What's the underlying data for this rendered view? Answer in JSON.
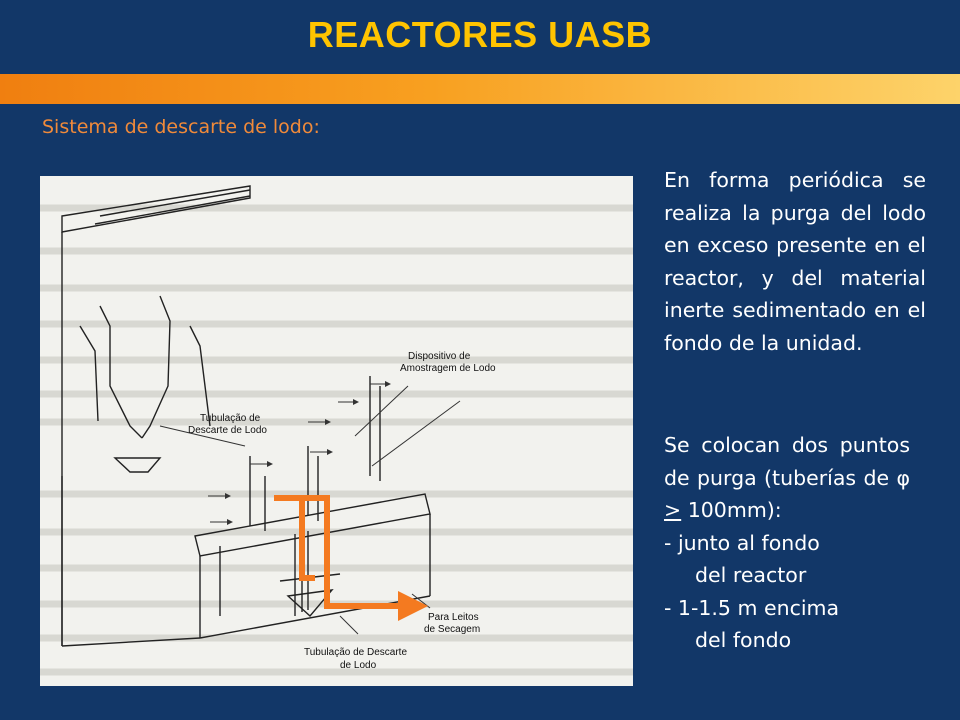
{
  "title": "REACTORES UASB",
  "subtitle": "Sistema de descarte de lodo:",
  "paragraph1": "En forma periódica se realiza la purga del lodo en exceso presente en el reactor, y del material inerte sedimentado en el fondo de la unidad.",
  "paragraph2": {
    "intro_text": "Se colocan dos puntos de purga (tuberías de",
    "phi_symbol": "φ",
    "gte_symbol": ">",
    "size": "100mm):",
    "bullet1_dash": "-",
    "bullet1_text": "junto al fondo",
    "bullet1_cont": "del reactor",
    "bullet2": "- 1-1.5 m encima",
    "bullet2_cont": "del fondo"
  },
  "figure": {
    "label_dispositivo_1": "Dispositivo de",
    "label_dispositivo_2": "Amostragem de Lodo",
    "label_tubulacao_top_1": "Tubulação de",
    "label_tubulacao_top_2": "Descarte de Lodo",
    "label_leitos_1": "Para Leitos",
    "label_leitos_2": "de Secagem",
    "label_tubulacao_bottom_1": "Tubulação de Descarte",
    "label_tubulacao_bottom_2": "de Lodo"
  },
  "colors": {
    "background": "#123768",
    "title": "#ffc400",
    "subtitle": "#f08a3a",
    "accent_arrow": "#f47a20"
  }
}
